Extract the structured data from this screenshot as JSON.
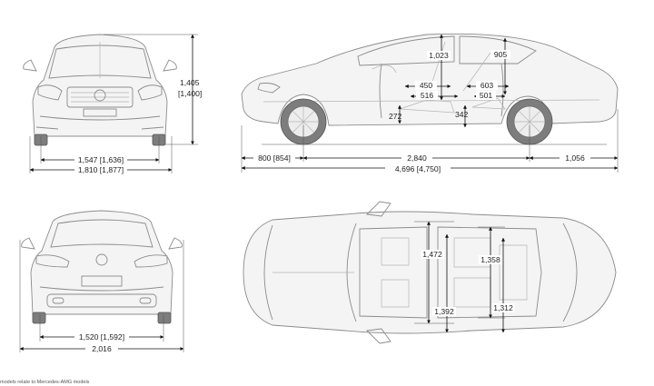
{
  "dimensions": {
    "front_track": "1,547 [1,636]",
    "front_width": "1,810 [1,877]",
    "height": "1,405",
    "height_alt": "[1,400]",
    "front_overhang": "800 [854]",
    "wheelbase": "2,840",
    "rear_overhang": "1,056",
    "length": "4,696 [4,750]",
    "headroom_front": "1,023",
    "headroom_rear": "905",
    "seat_front_a": "450",
    "seat_front_b": "516",
    "seat_rear_a": "603",
    "seat_rear_b": "501",
    "seat_height_front": "272",
    "seat_height_rear": "342",
    "rear_track": "1,520 [1,592]",
    "width_mirrors": "2,016",
    "shoulder_front": "1,472",
    "elbow_front": "1,392",
    "shoulder_rear": "1,358",
    "elbow_rear": "1,312"
  },
  "footnote": "models relate to Mercedes-AMG models"
}
